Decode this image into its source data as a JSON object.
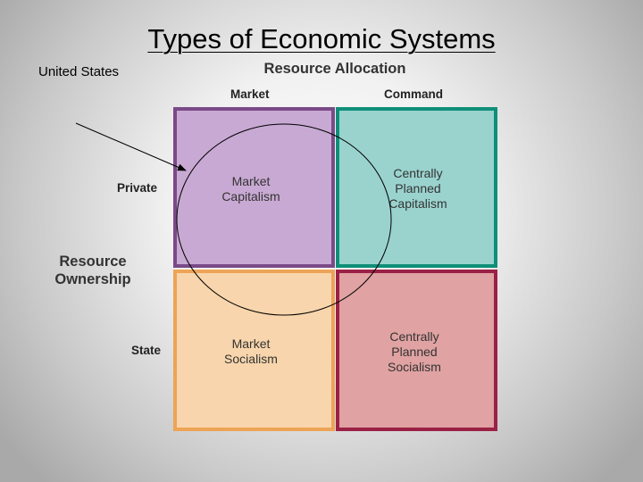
{
  "title": "Types of Economic Systems",
  "annotation": {
    "label": "United States"
  },
  "axes": {
    "allocation_label": "Resource Allocation",
    "ownership_label": "Resource\nOwnership",
    "columns": [
      "Market",
      "Command"
    ],
    "rows": [
      "Private",
      "State"
    ]
  },
  "quadrants": {
    "market_capitalism": "Market\nCapitalism",
    "centrally_planned_capitalism": "Centrally\nPlanned\nCapitalism",
    "market_socialism": "Market\nSocialism",
    "centrally_planned_socialism": "Centrally\nPlanned\nSocialism"
  },
  "colors": {
    "market_capitalism_fill": "#c8a9d3",
    "market_capitalism_border": "#7a4a88",
    "centrally_planned_capitalism_fill": "#9ad3ce",
    "centrally_planned_capitalism_border": "#0f8f78",
    "market_socialism_fill": "#f8d5ac",
    "market_socialism_border": "#eda456",
    "centrally_planned_socialism_fill": "#e0a2a2",
    "centrally_planned_socialism_border": "#9a2145"
  }
}
